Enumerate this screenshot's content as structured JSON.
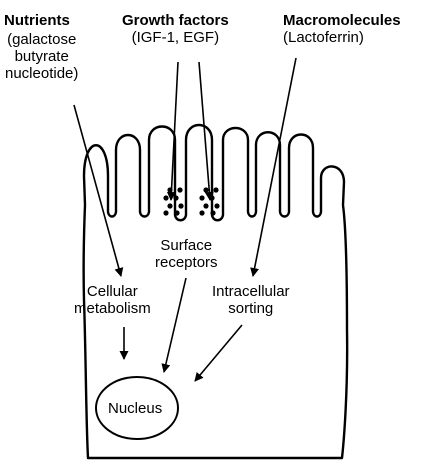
{
  "nutrients": {
    "title": "Nutrients",
    "line1": "(galactose",
    "line2": "butyrate",
    "line3": "nucleotide)"
  },
  "growth_factors": {
    "title": "Growth factors",
    "examples": "(IGF-1, EGF)"
  },
  "macromolecules": {
    "title": "Macromolecules",
    "examples": "(Lactoferrin)"
  },
  "surface_receptors": {
    "line1": "Surface",
    "line2": "receptors"
  },
  "cellular_metabolism": {
    "line1": "Cellular",
    "line2": "metabolism"
  },
  "intracellular_sorting": {
    "line1": "Intracellular",
    "line2": "sorting"
  },
  "nucleus": {
    "label": "Nucleus"
  }
}
